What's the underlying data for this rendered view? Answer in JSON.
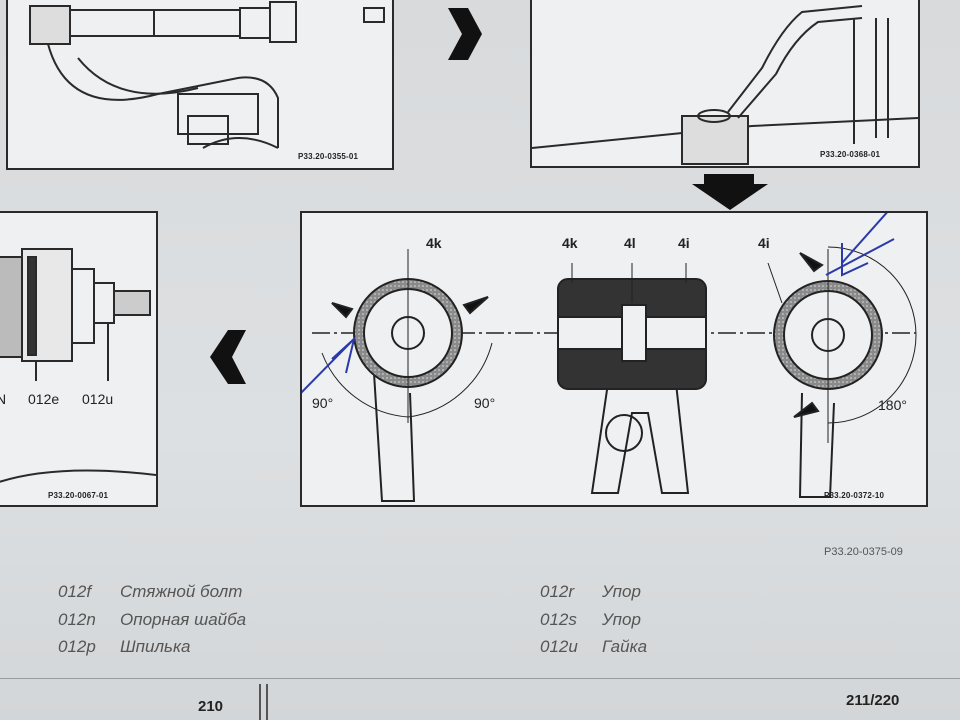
{
  "figure_ref": "P33.20-0375-09",
  "panels": {
    "top_left": {
      "code": "P33.20-0355-01"
    },
    "top_right": {
      "code": "P33.20-0368-01"
    },
    "bottom_left": {
      "code": "P33.20-0067-01",
      "label_a": "012e",
      "label_b": "012u",
      "label_edge": "N"
    },
    "bottom_right": {
      "code": "P33.20-0372-10",
      "left_view": {
        "label_top": "4k",
        "angle_left": "90°",
        "angle_right": "90°"
      },
      "middle_view": {
        "label_k": "4k",
        "label_l": "4l",
        "label_i": "4i"
      },
      "right_view": {
        "label_top": "4i",
        "angle": "180°"
      }
    }
  },
  "legend": {
    "left": [
      {
        "code": "012f",
        "text": "Стяжной болт"
      },
      {
        "code": "012n",
        "text": "Опорная шайба"
      },
      {
        "code": "012p",
        "text": "Шпилька"
      }
    ],
    "right": [
      {
        "code": "012r",
        "text": "Упор"
      },
      {
        "code": "012s",
        "text": "Упор"
      },
      {
        "code": "012u",
        "text": "Гайка"
      }
    ]
  },
  "footer": {
    "page_left": "210",
    "page_right": "211/220"
  }
}
